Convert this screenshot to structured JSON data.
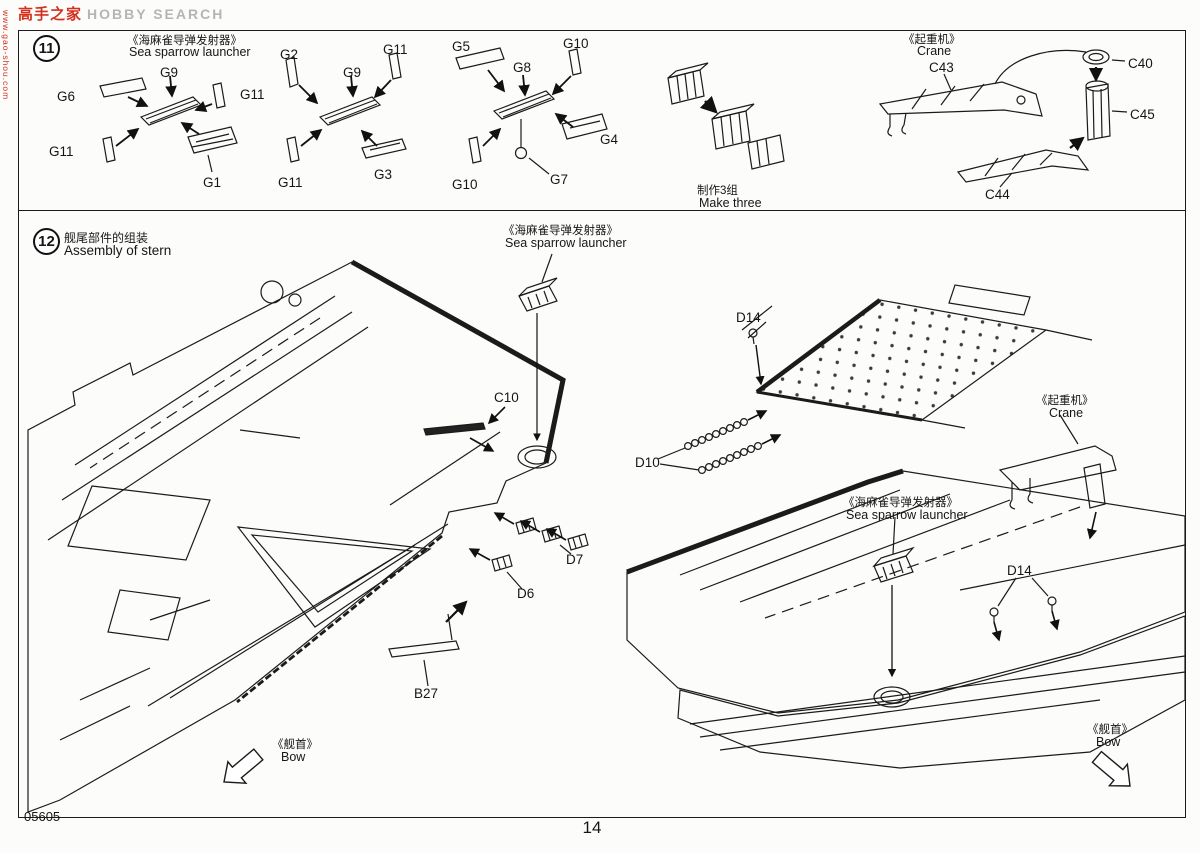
{
  "watermark": {
    "logo": "高手之家",
    "brand": "HOBBY SEARCH",
    "url": "www.gao-shou.com"
  },
  "footer": {
    "kit_number": "05605",
    "page_number": "14"
  },
  "step11": {
    "number": "11",
    "header_cn": "《海麻雀导弹发射器》",
    "header_en": "Sea sparrow launcher",
    "group1": {
      "tl": "G6",
      "top": "G9",
      "tr": "G11",
      "bl": "G11",
      "br": "G1"
    },
    "group2": {
      "tl": "G2",
      "top": "G9",
      "tr": "G11",
      "bl": "G11",
      "br": "G3"
    },
    "group3": {
      "tl": "G5",
      "top": "G8",
      "tr": "G10",
      "bl": "G10",
      "right": "G4",
      "bottom": "G7"
    },
    "make_cn": "制作3组",
    "make_en": "Make three",
    "crane_cn": "《起重机》",
    "crane_en": "Crane",
    "c43": "C43",
    "c40": "C40",
    "c45": "C45",
    "c44": "C44"
  },
  "step12": {
    "number": "12",
    "title_cn": "舰尾部件的组装",
    "title_en": "Assembly of stern",
    "launcher_left_cn": "《海麻雀导弹发射器》",
    "launcher_left_en": "Sea sparrow launcher",
    "launcher_right_cn": "《海麻雀导弹发射器》",
    "launcher_right_en": "Sea sparrow launcher",
    "crane_cn": "《起重机》",
    "crane_en": "Crane",
    "c10": "C10",
    "d7": "D7",
    "d6": "D6",
    "b27": "B27",
    "d14_top": "D14",
    "d10": "D10",
    "d14_right": "D14",
    "bow_left_cn": "《舰首》",
    "bow_left_en": "Bow",
    "bow_right_cn": "《舰首》",
    "bow_right_en": "Bow"
  }
}
